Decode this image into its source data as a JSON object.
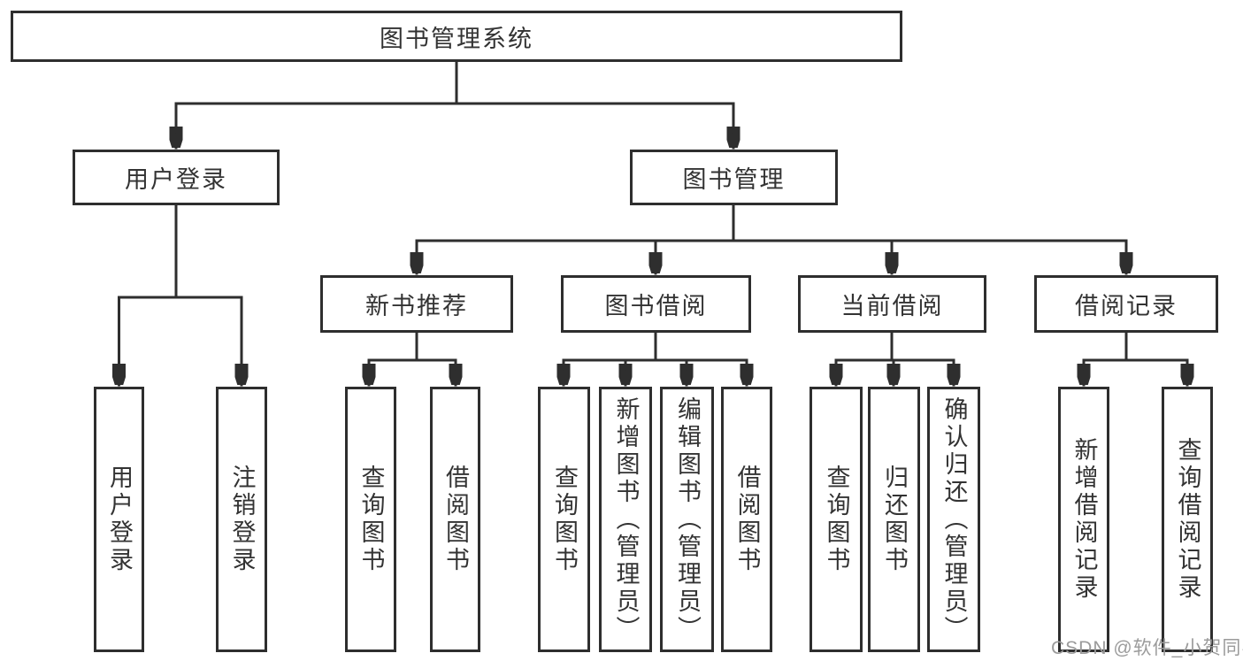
{
  "diagram": {
    "root": {
      "label": "图书管理系统"
    },
    "branches": [
      {
        "label": "用户登录",
        "children": [
          {
            "label": "用户登录"
          },
          {
            "label": "注销登录"
          }
        ]
      },
      {
        "label": "图书管理",
        "children": [
          {
            "label": "新书推荐",
            "children": [
              {
                "label": "查询图书"
              },
              {
                "label": "借阅图书"
              }
            ]
          },
          {
            "label": "图书借阅",
            "children": [
              {
                "label": "查询图书"
              },
              {
                "label": "新增图书（管理员）"
              },
              {
                "label": "编辑图书（管理员）"
              },
              {
                "label": "借阅图书"
              }
            ]
          },
          {
            "label": "当前借阅",
            "children": [
              {
                "label": "查询图书"
              },
              {
                "label": "归还图书"
              },
              {
                "label": "确认归还（管理员）"
              }
            ]
          },
          {
            "label": "借阅记录",
            "children": [
              {
                "label": "新增借阅记录"
              },
              {
                "label": "查询借阅记录"
              }
            ]
          }
        ]
      }
    ]
  },
  "watermark": {
    "text": "CSDN @软件_小贺同学"
  },
  "colors": {
    "line": "#2e2e2e",
    "text": "#333333",
    "box_bg": "#ffffff",
    "page_bg": "#ffffff",
    "watermark": "#9b9b9b"
  }
}
